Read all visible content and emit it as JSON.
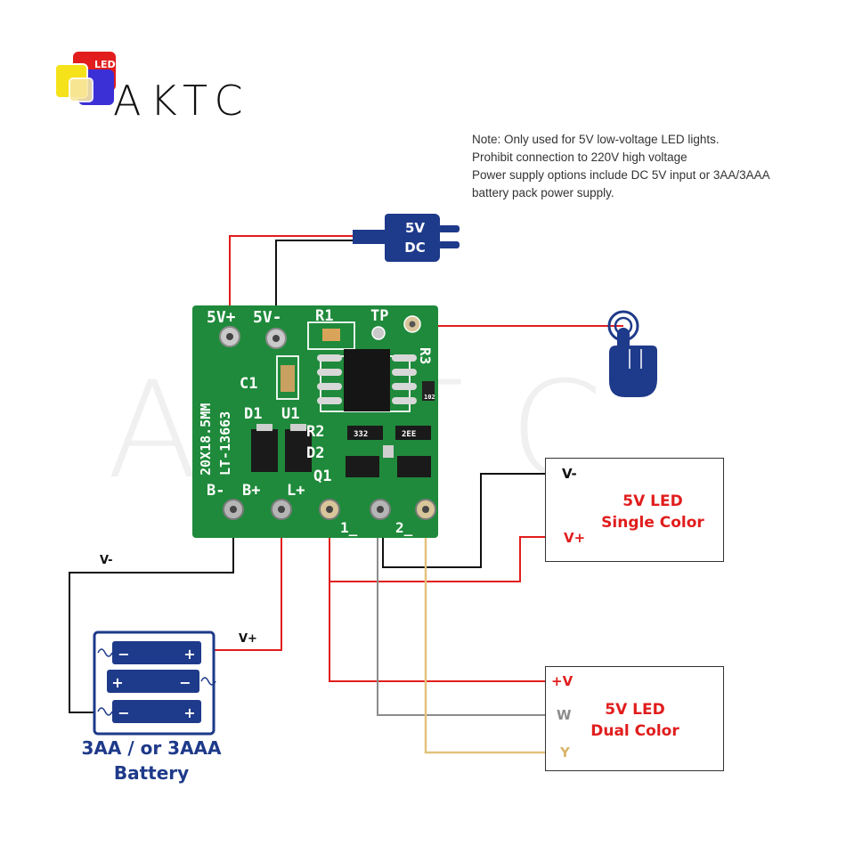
{
  "brand": {
    "name": "AKTC",
    "logo_badge": "LED"
  },
  "watermark": "AKTC",
  "note": {
    "lines": [
      "Note: Only used for 5V low-voltage LED lights.",
      "Prohibit connection to 220V high voltage",
      "Power supply options include DC 5V input or 3AA/3AAA",
      "battery pack power supply."
    ]
  },
  "dc_plug": {
    "line1": "5V",
    "line2": "DC"
  },
  "pcb": {
    "labels": {
      "p5v_plus": "5V+",
      "p5v_minus": "5V-",
      "r1": "R1",
      "tp": "TP",
      "r3": "R3",
      "c1": "C1",
      "d1": "D1",
      "u1": "U1",
      "r2": "R2",
      "d2": "D2",
      "q1": "Q1",
      "size": "20X18.5MM",
      "model": "LT-13663",
      "b_minus": "B-",
      "b_plus": "B+",
      "l_plus": "L+",
      "pad1": "1_",
      "pad2": "2_",
      "res332": "332",
      "res2ee": "2EE",
      "res102": "102"
    }
  },
  "battery": {
    "label_line1": "3AA / or 3AAA",
    "label_line2": "Battery",
    "wire_neg": "V-",
    "wire_pos": "V+",
    "cell_plus": "+",
    "cell_minus": "−"
  },
  "led_single": {
    "title_line1": "5V LED",
    "title_line2": "Single Color",
    "pin_neg": "V-",
    "pin_pos": "V+"
  },
  "led_dual": {
    "title_line1": "5V LED",
    "title_line2": "Dual Color",
    "pin_v": "+V",
    "pin_w": "W",
    "pin_y": "Y"
  },
  "colors": {
    "wire_red": "#e11d1d",
    "wire_black": "#111111",
    "wire_gray": "#8c8c8c",
    "wire_yellow": "#e2c27a",
    "pcb_green": "#1f8a3b",
    "navy": "#1e3a8a"
  }
}
